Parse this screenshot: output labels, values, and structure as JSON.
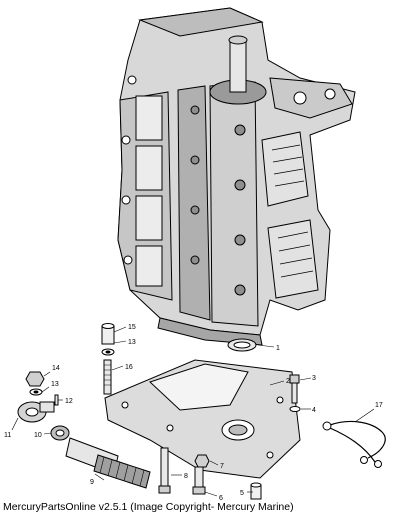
{
  "diagram": {
    "callouts": [
      "1",
      "2",
      "3",
      "4",
      "5",
      "6",
      "7",
      "8",
      "9",
      "10",
      "11",
      "12",
      "13",
      "14",
      "15",
      "16",
      "17"
    ]
  },
  "footer": {
    "caption": "MercuryPartsOnline v2.5.1 (Image Copyright- Mercury Marine)"
  }
}
